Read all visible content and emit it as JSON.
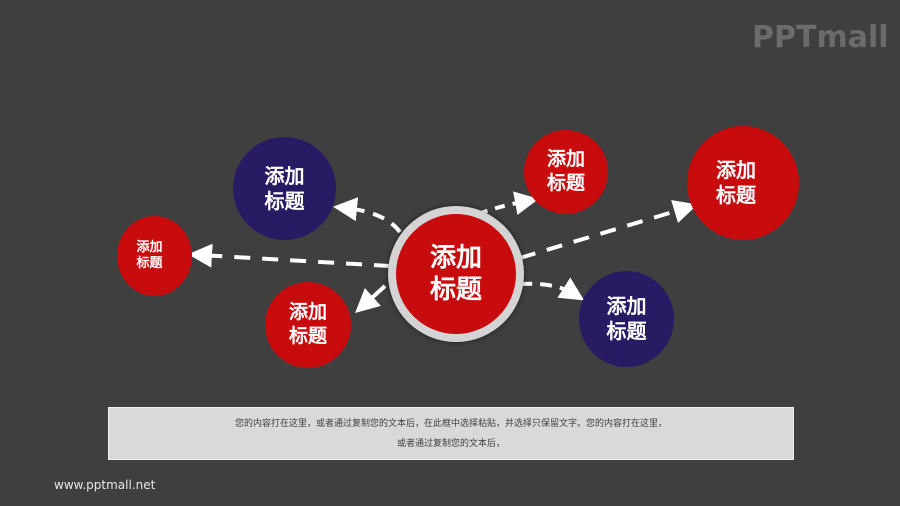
{
  "brand": {
    "logo_text": "PPTmall",
    "url": "www.pptmall.net"
  },
  "colors": {
    "background": "#3f3f3f",
    "red": "#c80b0d",
    "navy": "#281a63",
    "ring": "#d4d4d4",
    "arrow": "#ffffff",
    "caption_bg": "#d9d9d9"
  },
  "center_node": {
    "line1": "添加",
    "line2": "标题"
  },
  "nodes": [
    {
      "id": "top-left-navy",
      "line1": "添加",
      "line2": "标题",
      "color": "navy"
    },
    {
      "id": "far-left-red",
      "line1": "添加",
      "line2": "标题",
      "color": "red"
    },
    {
      "id": "bottom-left-red",
      "line1": "添加",
      "line2": "标题",
      "color": "red"
    },
    {
      "id": "top-mid-red",
      "line1": "添加",
      "line2": "标题",
      "color": "red"
    },
    {
      "id": "top-right-red",
      "line1": "添加",
      "line2": "标题",
      "color": "red"
    },
    {
      "id": "bottom-right-navy",
      "line1": "添加",
      "line2": "标题",
      "color": "navy"
    }
  ],
  "caption": {
    "text": "您的内容打在这里，或者通过复制您的文本后，在此框中选择粘贴，并选择只保留文字。您的内容打在这里，或者通过复制您的文本后，"
  }
}
